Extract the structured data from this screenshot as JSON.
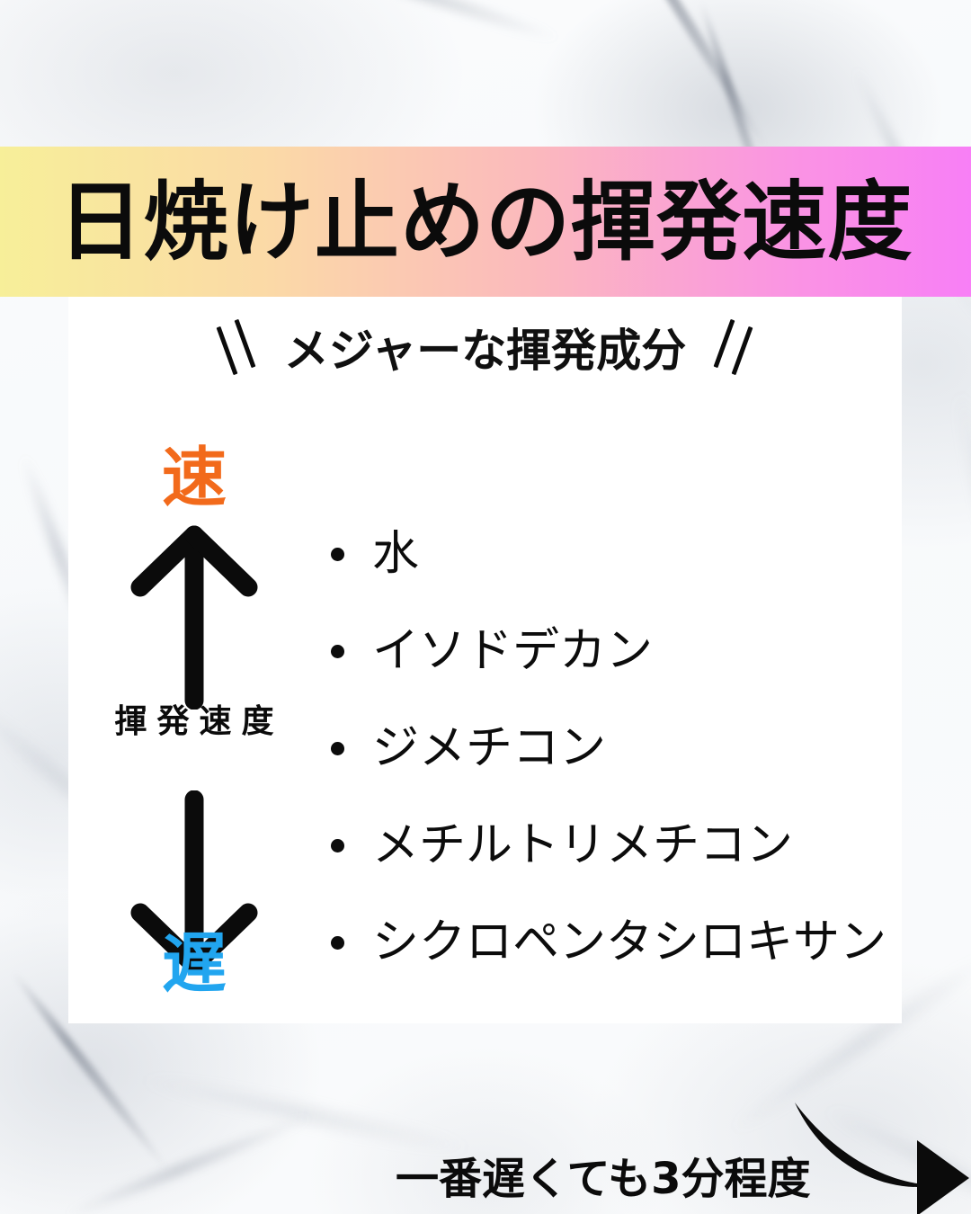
{
  "header": {
    "title": "日焼け止めの揮発速度",
    "banner_gradient": [
      "#f7ef99",
      "#fbd9a7",
      "#fbb9bd",
      "#fa93e4",
      "#f87ff6"
    ]
  },
  "card": {
    "subtitle": "メジャーな揮発成分",
    "subtitle_decor_left": "double-slash-left",
    "subtitle_decor_right": "double-slash-right",
    "background": "#ffffff"
  },
  "speed_axis": {
    "fast_label": "速",
    "fast_color": "#f26a1b",
    "slow_label": "遅",
    "slow_color": "#21a5ef",
    "axis_label": "揮発速度",
    "up_arrow": "arrow-up-icon",
    "down_arrow": "arrow-down-icon",
    "arrow_color": "#0b0b0b"
  },
  "ingredients": [
    {
      "name": "水"
    },
    {
      "name": "イソドデカン"
    },
    {
      "name": "ジメチコン"
    },
    {
      "name": "メチルトリメチコン"
    },
    {
      "name": "シクロペンタシロキサン"
    }
  ],
  "footer": {
    "note": "一番遅くても3分程度",
    "arrow": "curved-arrow-right-icon",
    "arrow_color": "#0b0b0b"
  },
  "background": {
    "style": "white-marble",
    "base_color": "#fafbfd",
    "vein_color": "#6c7482"
  }
}
